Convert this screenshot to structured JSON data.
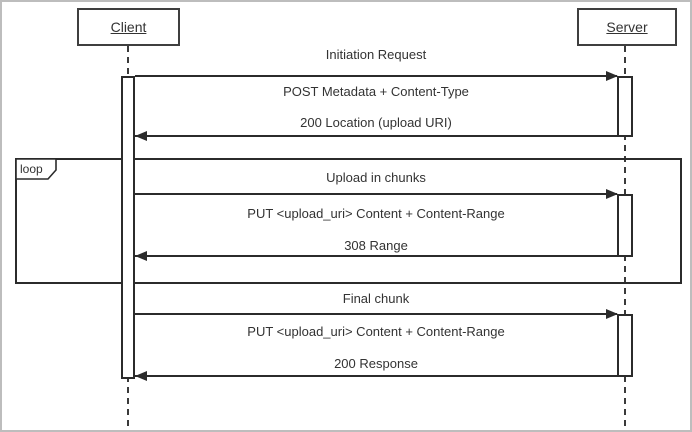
{
  "diagram": {
    "actors": {
      "client": "Client",
      "server": "Server"
    },
    "initiation": {
      "title": "Initiation Request",
      "request": "POST Metadata + Content-Type",
      "response": "200 Location (upload URI)"
    },
    "loop": {
      "operator": "loop",
      "title": "Upload in chunks",
      "request": "PUT <upload_uri> Content + Content-Range",
      "response": "308 Range"
    },
    "final": {
      "title": "Final chunk",
      "request": "PUT <upload_uri> Content + Content-Range",
      "response": "200 Response"
    },
    "colors": {
      "line": "#2b2b2b",
      "frame_border": "#bdbdbd",
      "background": "#ffffff"
    }
  }
}
